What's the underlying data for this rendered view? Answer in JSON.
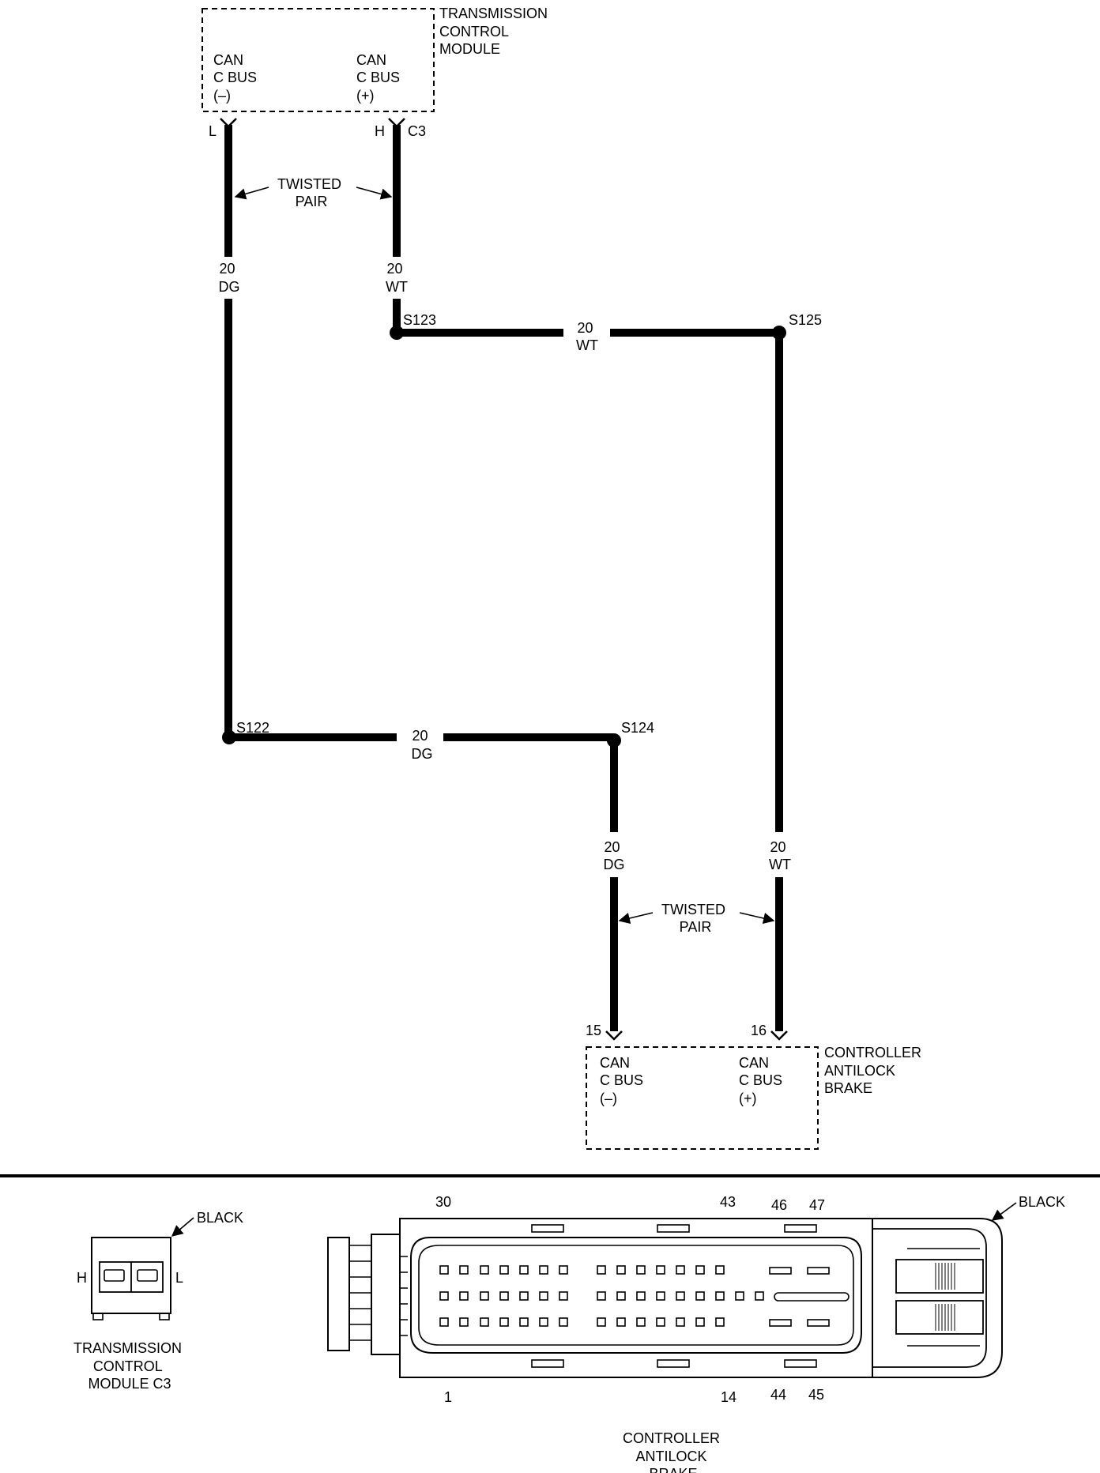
{
  "tcm": {
    "title_lines": [
      "TRANSMISSION",
      "CONTROL",
      "MODULE"
    ],
    "pin_minus_lines": [
      "CAN",
      "C BUS",
      "(–)"
    ],
    "pin_plus_lines": [
      "CAN",
      "C BUS",
      "(+)"
    ],
    "pin_L": "L",
    "pin_H": "H",
    "connector": "C3"
  },
  "twisted_pair_top": [
    "TWISTED",
    "PAIR"
  ],
  "twisted_pair_bottom": [
    "TWISTED",
    "PAIR"
  ],
  "wires": {
    "tcm_minus": [
      "20",
      "DG"
    ],
    "tcm_plus": [
      "20",
      "WT"
    ],
    "s123_s125": [
      "20",
      "WT"
    ],
    "s122_s124": [
      "20",
      "DG"
    ],
    "s124_cab": [
      "20",
      "DG"
    ],
    "s125_cab": [
      "20",
      "WT"
    ]
  },
  "splices": {
    "s122": "S122",
    "s123": "S123",
    "s124": "S124",
    "s125": "S125"
  },
  "cab": {
    "title_lines": [
      "CONTROLLER",
      "ANTILOCK",
      "BRAKE"
    ],
    "pin_minus_lines": [
      "CAN",
      "C BUS",
      "(–)"
    ],
    "pin_plus_lines": [
      "CAN",
      "C BUS",
      "(+)"
    ],
    "pin_minus_num": "15",
    "pin_plus_num": "16"
  },
  "tcm_connector_view": {
    "color": "BLACK",
    "left_pin": "H",
    "right_pin": "L",
    "caption_lines": [
      "TRANSMISSION",
      "CONTROL",
      "MODULE C3"
    ]
  },
  "cab_connector_view": {
    "color": "BLACK",
    "top_numbers": [
      "30",
      "43",
      "46",
      "47"
    ],
    "bottom_numbers": [
      "1",
      "14",
      "44",
      "45"
    ],
    "caption_lines": [
      "CONTROLLER",
      "ANTILOCK",
      "BRAKE"
    ]
  }
}
